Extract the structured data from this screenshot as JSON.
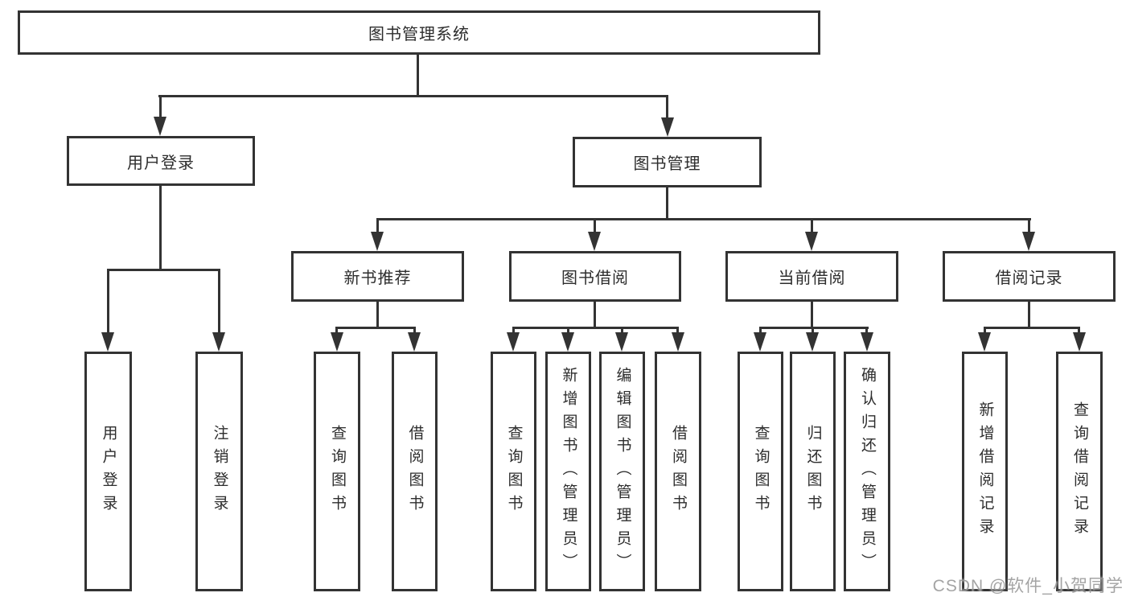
{
  "diagram": {
    "watermark": "CSDN @软件_小贺同学",
    "colors": {
      "line": "#333333",
      "text": "#2d2d2d",
      "background": "#ffffff",
      "watermark": "#949494"
    },
    "tree": {
      "label": "图书管理系统",
      "children": [
        {
          "label": "用户登录",
          "children": [
            {
              "label": "用户登录"
            },
            {
              "label": "注销登录"
            }
          ]
        },
        {
          "label": "图书管理",
          "children": [
            {
              "label": "新书推荐",
              "children": [
                {
                  "label": "查询图书"
                },
                {
                  "label": "借阅图书"
                }
              ]
            },
            {
              "label": "图书借阅",
              "children": [
                {
                  "label": "查询图书"
                },
                {
                  "label": "新增图书（管理员）"
                },
                {
                  "label": "编辑图书（管理员）"
                },
                {
                  "label": "借阅图书"
                }
              ]
            },
            {
              "label": "当前借阅",
              "children": [
                {
                  "label": "查询图书"
                },
                {
                  "label": "归还图书"
                },
                {
                  "label": "确认归还（管理员）"
                }
              ]
            },
            {
              "label": "借阅记录",
              "children": [
                {
                  "label": "新增借阅记录"
                },
                {
                  "label": "查询借阅记录"
                }
              ]
            }
          ]
        }
      ]
    }
  }
}
